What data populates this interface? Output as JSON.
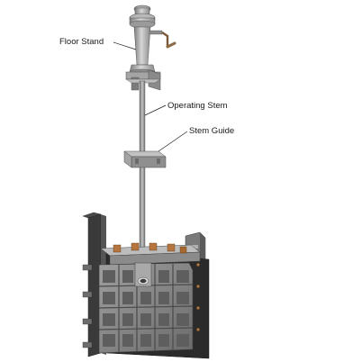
{
  "diagram": {
    "labels": {
      "floor_stand": "Floor Stand",
      "operating_stem": "Operating Stem",
      "stem_guide": "Stem Guide"
    },
    "colors": {
      "metal_light": "#c9c9c9",
      "metal_mid": "#9a9a9a",
      "metal_dark": "#5a5a5a",
      "frame_black": "#2b2b2b",
      "copper_nuts": "#b5753f",
      "handle_bronze": "#7a5a3a"
    }
  }
}
